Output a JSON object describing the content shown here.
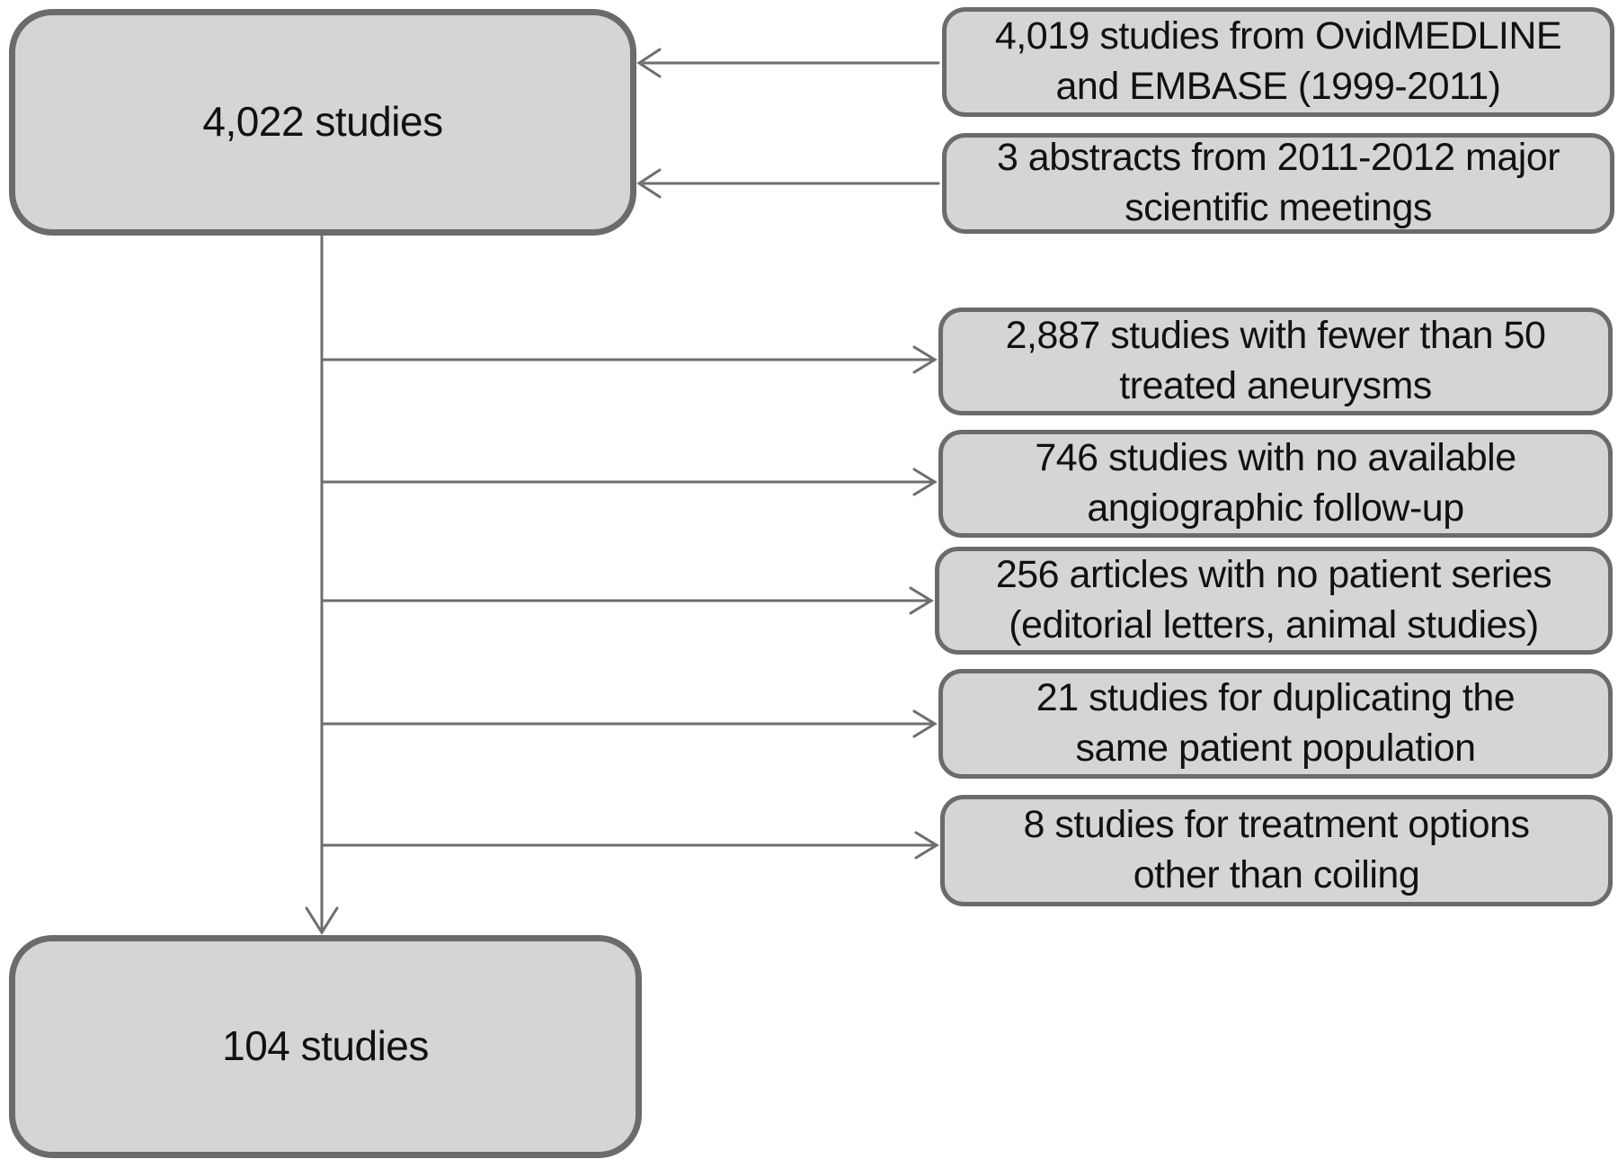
{
  "diagram": {
    "colors": {
      "box_fill": "#d5d5d5",
      "box_border": "#6b6b6b",
      "arrow": "#6e6e6e",
      "text": "#111111",
      "background": "#ffffff"
    },
    "source_box": {
      "label": "4,022 studies"
    },
    "input_boxes": [
      {
        "label": "4,019 studies from OvidMEDLINE\nand EMBASE (1999-2011)"
      },
      {
        "label": "3 abstracts from 2011-2012 major\nscientific meetings"
      }
    ],
    "exclusion_boxes": [
      {
        "label": "2,887 studies with fewer than 50\ntreated aneurysms"
      },
      {
        "label": "746 studies with no available\nangiographic follow-up"
      },
      {
        "label": "256 articles with no patient series\n(editorial letters, animal studies)"
      },
      {
        "label": "21 studies for duplicating the\nsame patient population"
      },
      {
        "label": "8 studies for treatment options\nother than coiling"
      }
    ],
    "result_box": {
      "label": "104 studies"
    }
  }
}
